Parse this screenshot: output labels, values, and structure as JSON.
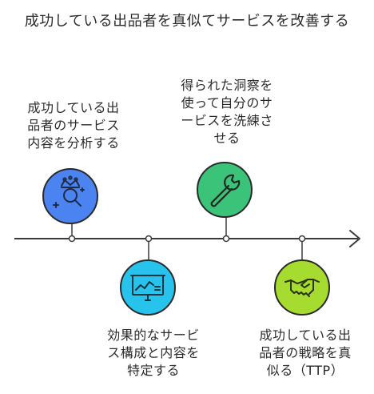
{
  "title": "成功している出品者を真似てサービスを改善する",
  "steps": [
    {
      "label": "成功している出\n品者のサービス\n内容を分析する",
      "icon": "crown-magnifier-icon",
      "color": "#4b84f0"
    },
    {
      "label": "得られた洞察を\n使って自分のサ\nービスを洗練さ\nせる",
      "icon": "wrench-icon",
      "color": "#3cc37a"
    },
    {
      "label": "効果的なサービ\nス構成と内容を\n特定する",
      "icon": "presentation-chart-icon",
      "color": "#27c3ec"
    },
    {
      "label": "成功している出\n品者の戦略を真\n似る（TTP）",
      "icon": "handshake-icon",
      "color": "#a5dc2f"
    }
  ]
}
